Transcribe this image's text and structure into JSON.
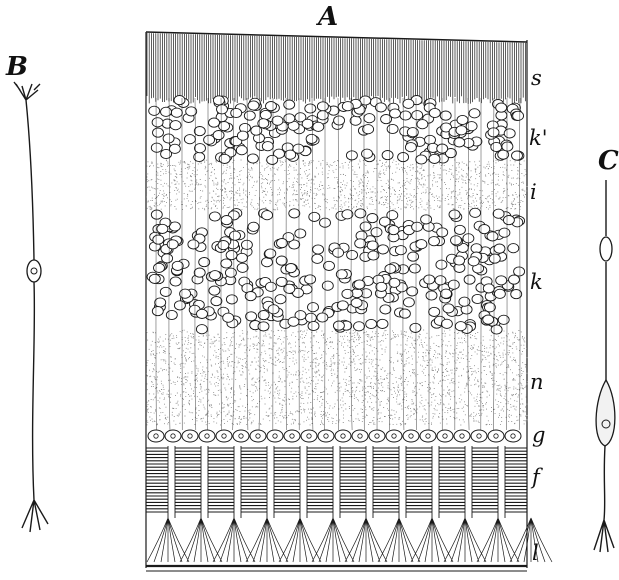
{
  "figure": {
    "panel_labels": {
      "a": "A",
      "b": "B",
      "c": "C"
    },
    "layer_labels": [
      "s",
      "k'",
      "i",
      "k",
      "n",
      "g",
      "f",
      "l"
    ]
  },
  "colors": {
    "ink": "#1a1a1a",
    "paper": "#ffffff",
    "stipple": "#8a8a8a"
  }
}
